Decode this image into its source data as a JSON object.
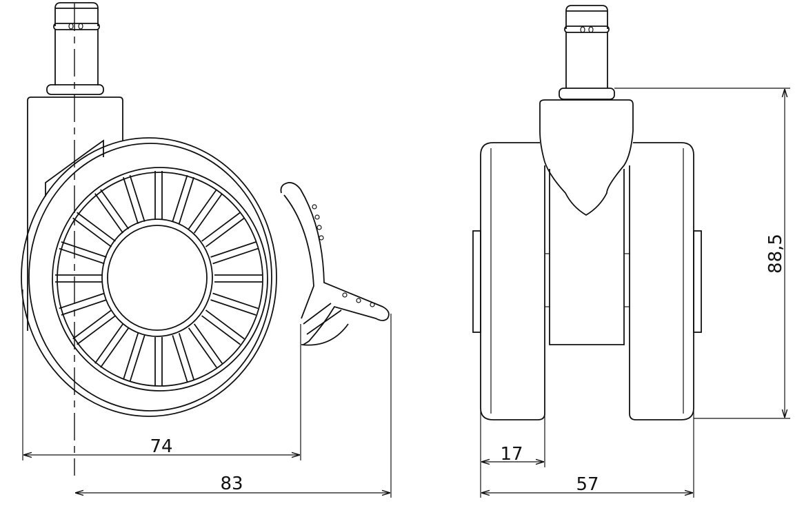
{
  "title": "Castor wheel technical drawing",
  "side_view": {
    "dimensions": {
      "width_wheel": "74",
      "width_total": "83"
    }
  },
  "front_view": {
    "dimensions": {
      "wheel_width": "17",
      "total_width": "57",
      "height": "88,5"
    }
  },
  "colors": {
    "line": "#111111",
    "background": "#ffffff"
  }
}
